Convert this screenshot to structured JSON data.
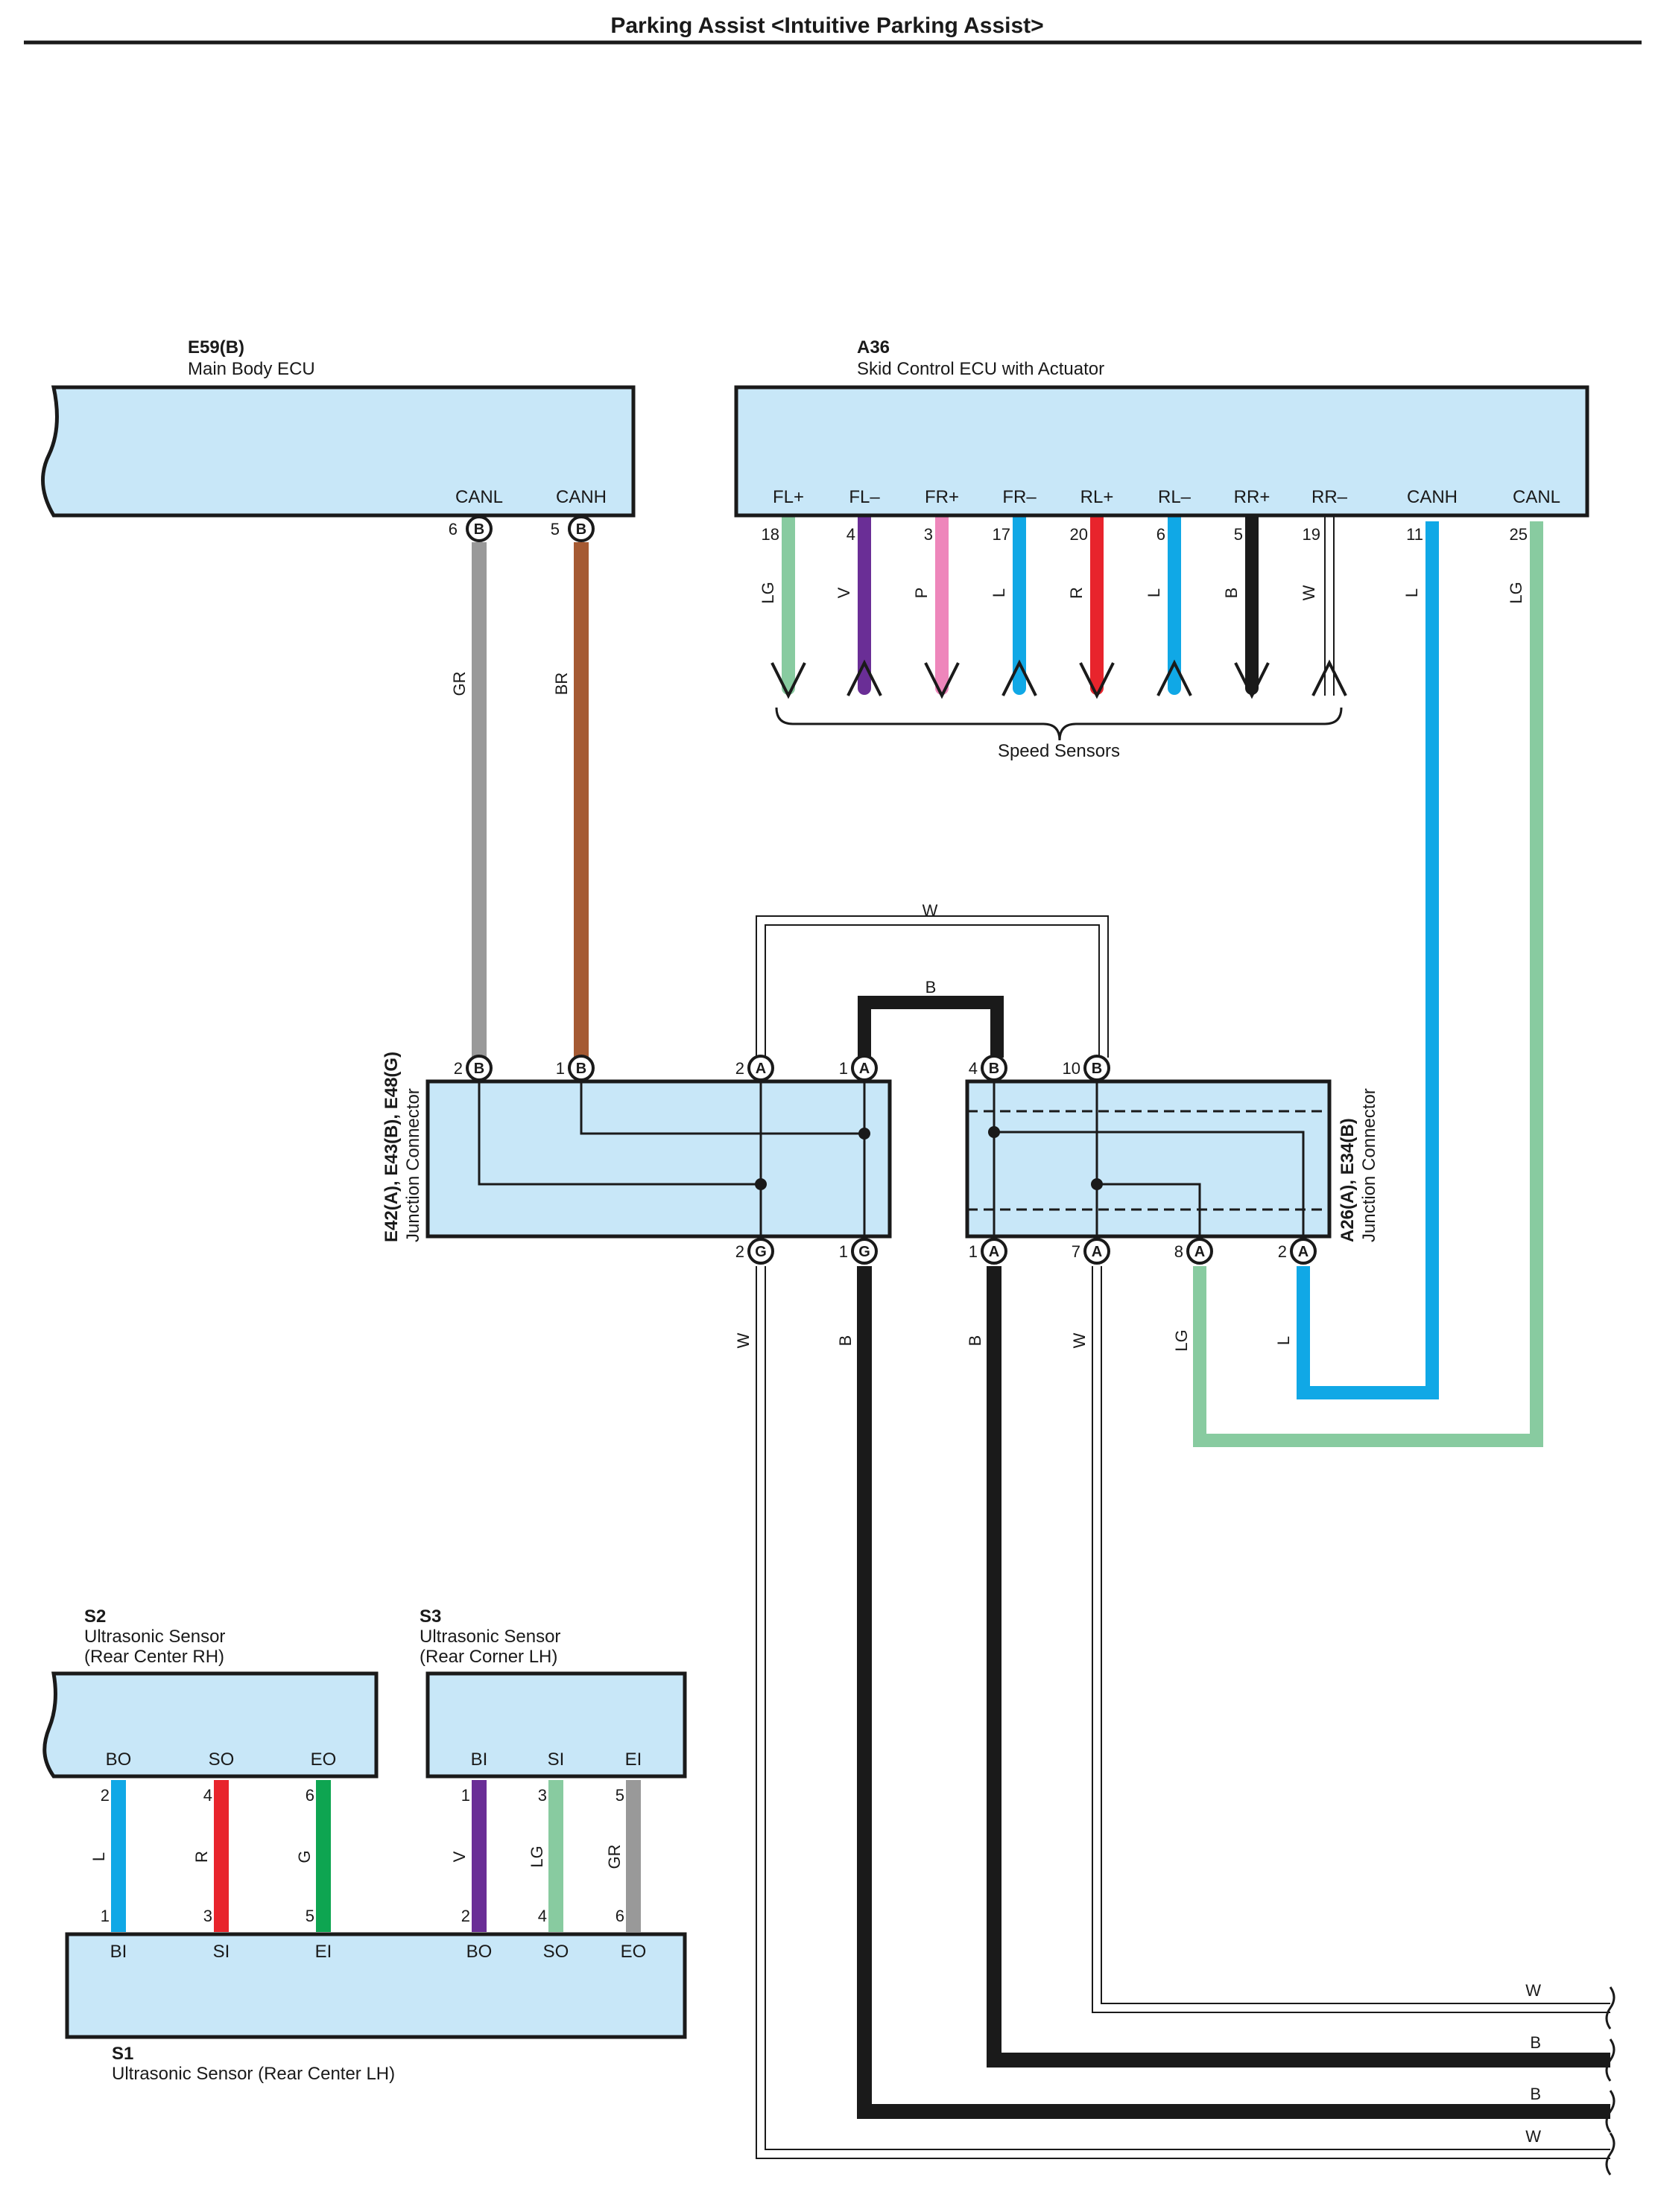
{
  "title": "Parking Assist <Intuitive Parking Assist>",
  "colors": {
    "LG": "#88cba0",
    "V": "#6a2e96",
    "P": "#ee86bb",
    "L": "#10a8e6",
    "R": "#e8242c",
    "B": "#1a1a1a",
    "W": "#ffffff",
    "GR": "#999999",
    "BR": "#a55a33",
    "G": "#0ea551",
    "box_fill": "#c8e7f8"
  },
  "components": {
    "e59": {
      "id": "E59(B)",
      "name": "Main Body ECU",
      "pins": [
        "CANL",
        "CANH"
      ],
      "pin_nums": [
        "6",
        "5"
      ],
      "circle": [
        "B",
        "B"
      ]
    },
    "a36": {
      "id": "A36",
      "name": "Skid Control ECU with Actuator",
      "pins": [
        "FL+",
        "FL–",
        "FR+",
        "FR–",
        "RL+",
        "RL–",
        "RR+",
        "RR–",
        "CANH",
        "CANL"
      ],
      "pin_nums": [
        "18",
        "4",
        "3",
        "17",
        "20",
        "6",
        "5",
        "19",
        "11",
        "25"
      ],
      "wires": [
        "LG",
        "V",
        "P",
        "L",
        "R",
        "L",
        "B",
        "W",
        "L",
        "LG"
      ],
      "arrow_dir": [
        "down",
        "up",
        "down",
        "up",
        "down",
        "up",
        "down",
        "up"
      ],
      "group_label": "Speed Sensors"
    },
    "jc1": {
      "id": "E42(A), E43(B), E48(G)",
      "name": "Junction Connector",
      "top_nums": [
        "2",
        "1",
        "2",
        "1"
      ],
      "top_circ": [
        "B",
        "B",
        "A",
        "A"
      ],
      "bottom_nums": [
        "2",
        "1"
      ],
      "bottom_circ": [
        "G",
        "G"
      ]
    },
    "jc2": {
      "id": "A26(A), E34(B)",
      "name": "Junction Connector",
      "top_nums": [
        "4",
        "10"
      ],
      "top_circ": [
        "B",
        "B"
      ],
      "bottom_nums": [
        "1",
        "7",
        "8",
        "2"
      ],
      "bottom_circ": [
        "A",
        "A",
        "A",
        "A"
      ]
    },
    "s2": {
      "id": "S2",
      "name1": "Ultrasonic Sensor",
      "name2": "(Rear Center RH)",
      "pins": [
        "BO",
        "SO",
        "EO"
      ],
      "pin_nums": [
        "2",
        "4",
        "6"
      ]
    },
    "s3": {
      "id": "S3",
      "name1": "Ultrasonic Sensor",
      "name2": "(Rear Corner LH)",
      "pins": [
        "BI",
        "SI",
        "EI"
      ],
      "pin_nums": [
        "1",
        "3",
        "5"
      ]
    },
    "s1": {
      "id": "S1",
      "name": "Ultrasonic Sensor (Rear Center LH)",
      "pins": [
        "BI",
        "SI",
        "EI",
        "BO",
        "SO",
        "EO"
      ],
      "pin_nums": [
        "1",
        "3",
        "5",
        "2",
        "4",
        "6"
      ]
    }
  },
  "wire_labels": {
    "e59_left": "GR",
    "e59_right": "BR",
    "top_loop": "W",
    "top_bridge": "B",
    "jc1_bottom": [
      "W",
      "B"
    ],
    "jc2_bottom": [
      "B",
      "W",
      "LG",
      "L"
    ],
    "s2_s1": [
      "L",
      "R",
      "G"
    ],
    "s3_s1": [
      "V",
      "LG",
      "GR"
    ],
    "exits": [
      "W",
      "B",
      "B",
      "W"
    ]
  }
}
